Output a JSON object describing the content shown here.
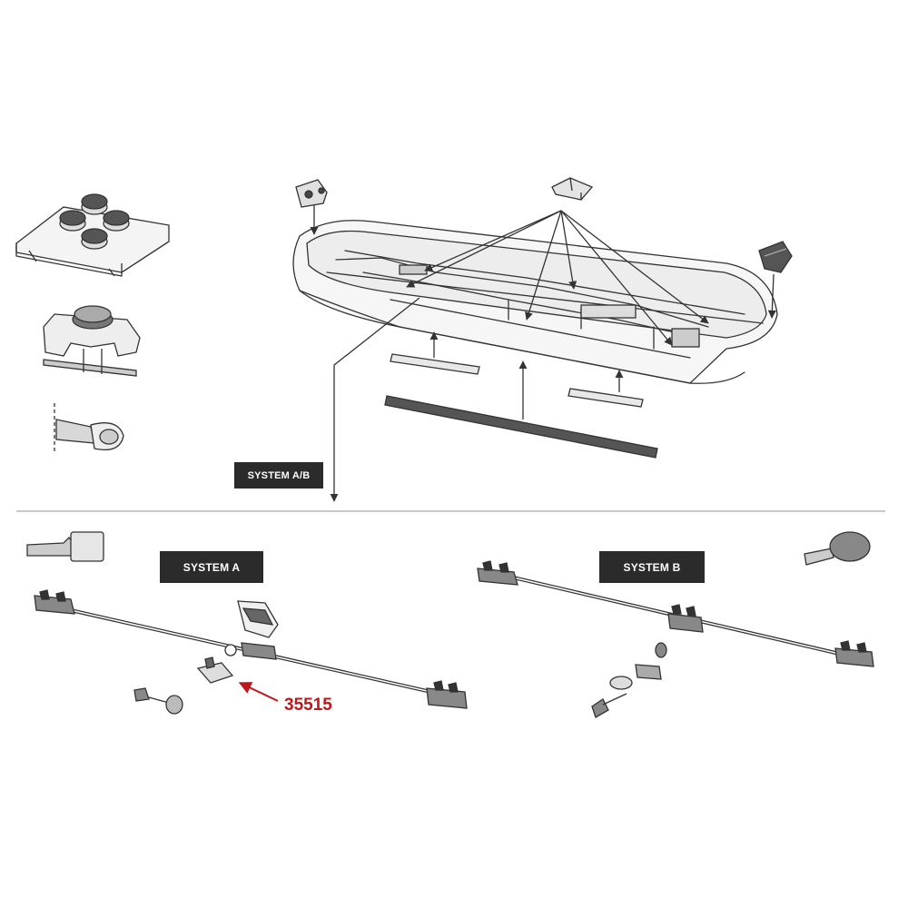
{
  "labels": {
    "system_ab": "SYSTEM A/B",
    "system_a": "SYSTEM A",
    "system_b": "SYSTEM B"
  },
  "callout": {
    "part_number": "35515",
    "color": "#c0171c"
  },
  "colors": {
    "line": "#333333",
    "label_bg": "#2b2b2b",
    "label_text": "#ffffff",
    "divider": "#c8c8c8"
  }
}
